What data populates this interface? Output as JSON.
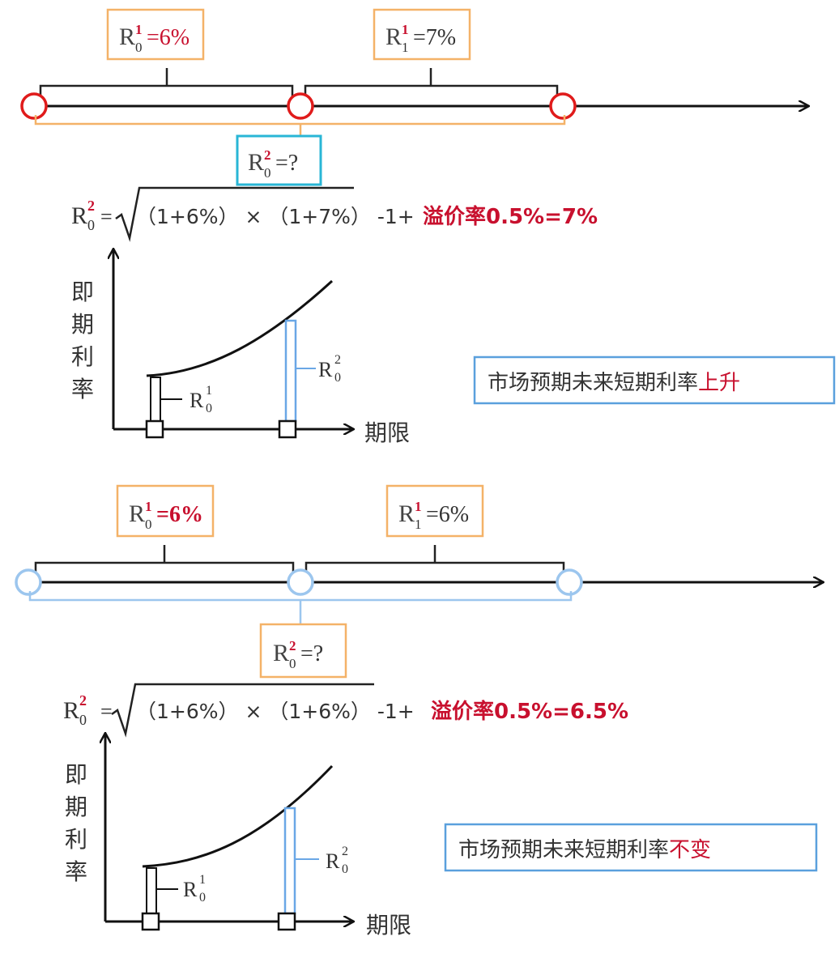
{
  "colors": {
    "orange_box": "#f4b268",
    "teal_box": "#29b6d6",
    "blue_box": "#5aa0dd",
    "red_circle": "#e01b1b",
    "blue_circle": "#9cc6ee",
    "blue_bar": "#6aa7e6",
    "red_text": "#c8102e"
  },
  "panel1": {
    "box_r01": {
      "main": "R",
      "sup": "1",
      "sub": "0",
      "value": "=6%"
    },
    "box_r11": {
      "main": "R",
      "sup": "1",
      "sub": "1",
      "value": "=7%"
    },
    "box_r02": {
      "main": "R",
      "sup": "2",
      "sub": "0",
      "value": "=?"
    },
    "formula": {
      "lhs_main": "R",
      "lhs_sup": "2",
      "lhs_sub": "0",
      "eq": "=",
      "body": "（1+6%） × （1+7%） -1+",
      "premium": "溢价率0.5%=7%"
    },
    "graph": {
      "ylabel": [
        "即",
        "期",
        "利",
        "率"
      ],
      "xlabel": "期限",
      "label_short": {
        "main": "R",
        "sup": "1",
        "sub": "0"
      },
      "label_long": {
        "main": "R",
        "sup": "2",
        "sub": "0"
      }
    },
    "note": {
      "prefix": "市场预期未来短期利率",
      "highlight": "上升"
    }
  },
  "panel2": {
    "box_r01": {
      "main": "R",
      "sup": "1",
      "sub": "0",
      "value": "=6%"
    },
    "box_r11": {
      "main": "R",
      "sup": "1",
      "sub": "1",
      "value": "=6%"
    },
    "box_r02": {
      "main": "R",
      "sup": "2",
      "sub": "0",
      "value": "=?"
    },
    "formula": {
      "lhs_main": "R",
      "lhs_sup": "2",
      "lhs_sub": "0",
      "eq": "=",
      "body": "（1+6%） × （1+6%） -1+",
      "premium": "溢价率0.5%=6.5%"
    },
    "graph": {
      "ylabel": [
        "即",
        "期",
        "利",
        "率"
      ],
      "xlabel": "期限",
      "label_short": {
        "main": "R",
        "sup": "1",
        "sub": "0"
      },
      "label_long": {
        "main": "R",
        "sup": "2",
        "sub": "0"
      }
    },
    "note": {
      "prefix": "市场预期未来短期利率",
      "highlight": "不变"
    }
  }
}
